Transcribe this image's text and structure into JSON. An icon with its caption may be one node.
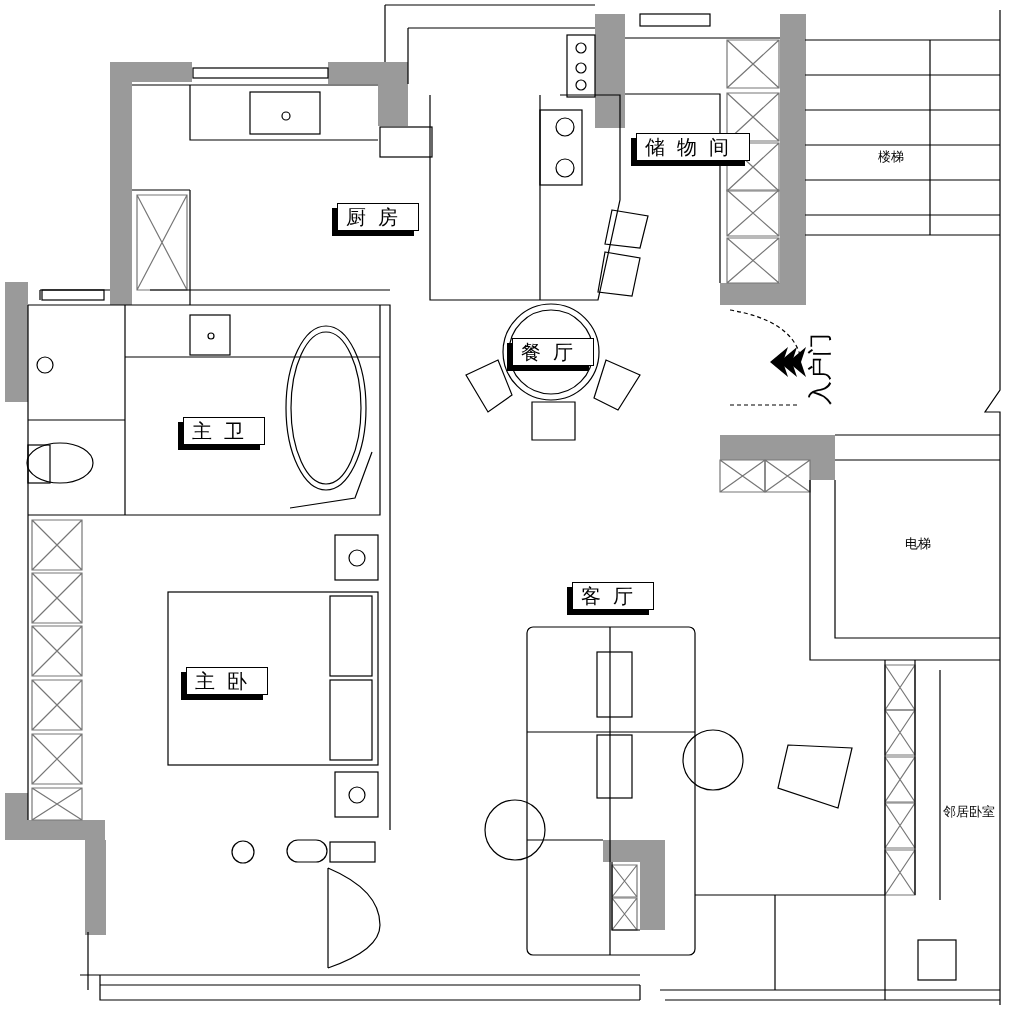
{
  "diagram": {
    "labels": [
      "储物间",
      "楼梯",
      "厨房",
      "餐厅",
      "入户门",
      "主卫",
      "电梯",
      "客厅",
      "主卧",
      "邻居卧室"
    ]
  }
}
